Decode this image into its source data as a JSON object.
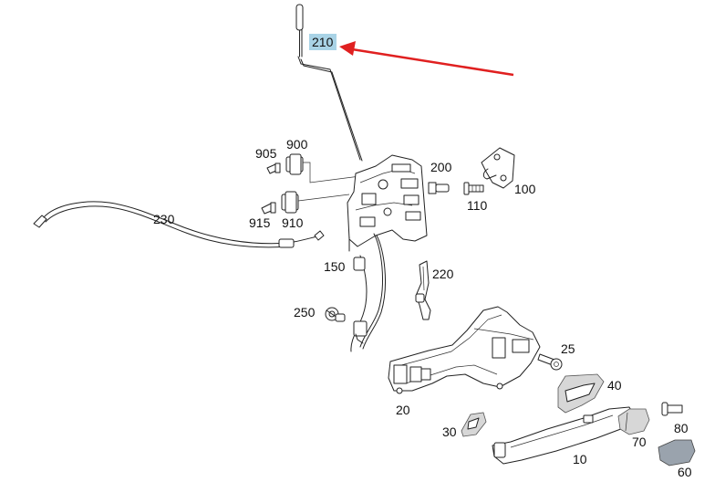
{
  "diagram": {
    "highlight_color": "#a9d3e6",
    "arrow_color": "#e02020",
    "labels": {
      "p210": "210",
      "p905": "905",
      "p900": "900",
      "p200": "200",
      "p100": "100",
      "p110": "110",
      "p230": "230",
      "p915": "915",
      "p910": "910",
      "p150": "150",
      "p220": "220",
      "p250": "250",
      "p25": "25",
      "p40": "40",
      "p20": "20",
      "p80": "80",
      "p30": "30",
      "p70": "70",
      "p10": "10",
      "p60": "60"
    }
  }
}
